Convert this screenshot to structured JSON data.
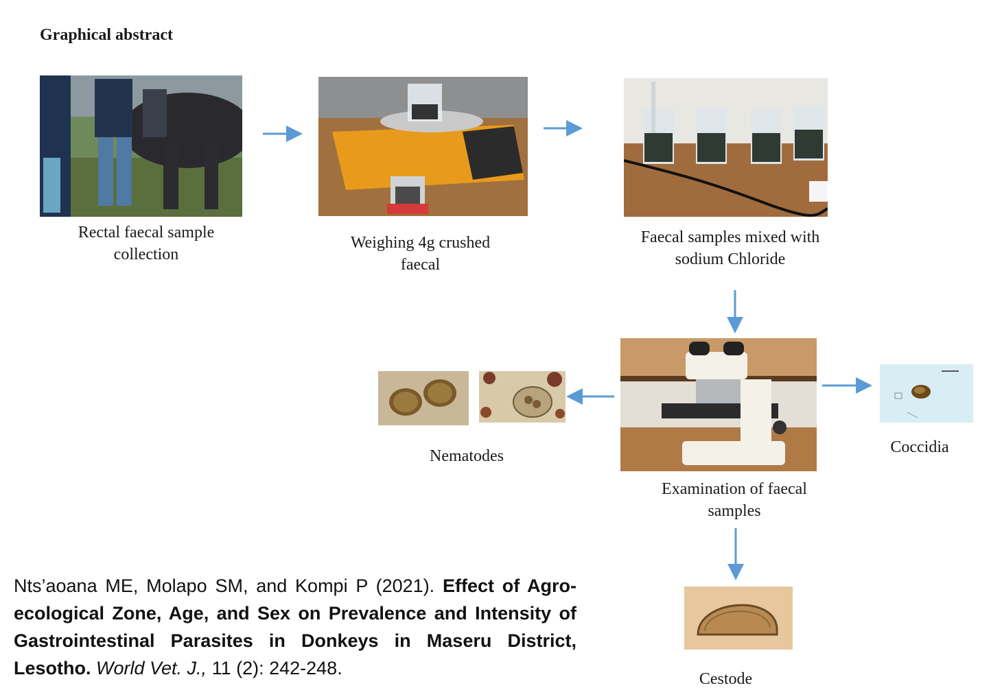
{
  "heading": "Graphical abstract",
  "steps": {
    "collection": "Rectal faecal sample collection",
    "weighing": "Weighing 4g crushed faecal",
    "mixing": "Faecal samples mixed with sodium Chloride",
    "examination": "Examination of faecal samples"
  },
  "results": {
    "nematodes": "Nematodes",
    "coccidia": "Coccidia",
    "cestode": "Cestode"
  },
  "citation": {
    "authors": "Nts’aoana ME, Molapo SM, and Kompi P (2021).",
    "title": "Effect of Agro-ecological Zone, Age, and Sex on Prevalence and Intensity of Gastrointestinal Parasites in Donkeys in Maseru District, Lesotho.",
    "journal": "World Vet. J.,",
    "volume": "11 (2): 242-248."
  },
  "colors": {
    "arrow": "#5b9bd5"
  }
}
